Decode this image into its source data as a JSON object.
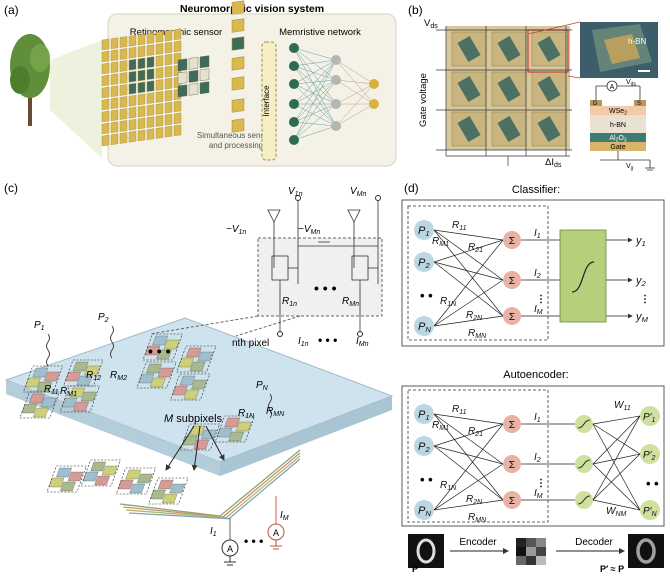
{
  "panel_a": {
    "label": "(a)",
    "title": "Neuromorphic vision system",
    "sensor_label": "Retinomorphic sensor",
    "network_label": "Memristive network",
    "interface_label": "Interface",
    "sensing_line1": "Simultaneous sensing",
    "sensing_line2": "and processing"
  },
  "panel_b": {
    "label": "(b)",
    "vds": "V",
    "vds_sub": "ds",
    "gate_voltage": "Gate voltage",
    "delta_i": "ΔI",
    "delta_i_sub": "ds",
    "hbn_photo": "h-BN",
    "stack_d": "D",
    "stack_s": "S",
    "stack_wse2": "WSe",
    "stack_wse2_sub": "2",
    "stack_hbn": "h-BN",
    "stack_al2o3": "Al",
    "stack_al2o3_rest": "O",
    "stack_gate": "Gate",
    "meter": "A",
    "vd": "V",
    "vd_sub": "ds",
    "vg": "V",
    "vg_sub": "g",
    "colors": {
      "wse2": "#f3c9a8",
      "hbn": "#e9e2d2",
      "al2o3": "#3f7b73",
      "gate": "#d9b56a"
    }
  },
  "panel_c": {
    "label": "(c)",
    "v1n": "V",
    "v1n_sub": "1n",
    "vmn": "V",
    "vmn_sub": "Mn",
    "neg_v1n": "−V",
    "neg_v1n_sub": "1n",
    "neg_vmn": "−V",
    "neg_vmn_sub": "Mn",
    "r1n": "R",
    "r1n_sub": "1n",
    "rmn": "R",
    "rmn_sub": "Mn",
    "i1n": "I",
    "i1n_sub": "1n",
    "imn": "I",
    "imn_sub": "Mn",
    "nth_pixel": "nth pixel",
    "p1": "P",
    "p1_sub": "1",
    "p2": "P",
    "p2_sub": "2",
    "pn": "P",
    "pn_sub": "N",
    "r11": "R",
    "r11_sub": "11",
    "r12": "R",
    "r12_sub": "12",
    "rm1": "R",
    "rm1_sub": "M1",
    "rm2": "R",
    "rm2_sub": "M2",
    "r1n_b": "R",
    "r1n_b_sub": "1N",
    "rmn_b": "R",
    "rmn_b_sub": "MN",
    "m_subpixels": "M",
    "m_subpixels_rest": " subpixels",
    "i1": "I",
    "i1_sub": "1",
    "im": "I",
    "im_sub": "M",
    "meter": "A",
    "colors": {
      "blue": "#9fbfce",
      "red": "#d59b96",
      "yellow": "#cdd07a",
      "green": "#a7b98d",
      "substrate": "#cfe3ee"
    }
  },
  "panel_d": {
    "label": "(d)",
    "classifier": {
      "title": "Classifier:",
      "p1": "P",
      "p1_sub": "1",
      "p2": "P",
      "p2_sub": "2",
      "pn": "P",
      "pn_sub": "N",
      "r11": "R",
      "r11_sub": "11",
      "rm1": "R",
      "rm1_sub": "M1",
      "r21": "R",
      "r21_sub": "21",
      "r1n": "R",
      "r1n_sub": "1N",
      "r2n": "R",
      "r2n_sub": "2N",
      "rmn": "R",
      "rmn_sub": "MN",
      "i1": "I",
      "i1_sub": "1",
      "i2": "I",
      "i2_sub": "2",
      "im": "I",
      "im_sub": "M",
      "y1": "y",
      "y1_sub": "1",
      "y2": "y",
      "y2_sub": "2",
      "ym": "y",
      "ym_sub": "M",
      "sigma": "Σ"
    },
    "autoencoder": {
      "title": "Autoencoder:",
      "p1": "P",
      "p1_sub": "1",
      "p2": "P",
      "p2_sub": "2",
      "pn": "P",
      "pn_sub": "N",
      "r11": "R",
      "r11_sub": "11",
      "rm1": "R",
      "rm1_sub": "M1",
      "r21": "R",
      "r21_sub": "21",
      "r1n": "R",
      "r1n_sub": "1N",
      "r2n": "R",
      "r2n_sub": "2N",
      "rmn": "R",
      "rmn_sub": "MN",
      "i1": "I",
      "i1_sub": "1",
      "i2": "I",
      "i2_sub": "2",
      "im": "I",
      "im_sub": "M",
      "w11": "W",
      "w11_sub": "11",
      "wnm": "W",
      "wnm_sub": "NM",
      "p1p": "P′",
      "p1p_sub": "1",
      "p2p": "P′",
      "p2p_sub": "2",
      "pnp": "P′",
      "pnp_sub": "N",
      "sigma": "Σ"
    },
    "encoder": "Encoder",
    "decoder": "Decoder",
    "p_label": "P",
    "pp_label": "P′ ≈ P",
    "colors": {
      "input": "#bcd7e2",
      "sum": "#e8b3a5",
      "activation": "#cfe0a0",
      "classifier_box": "#b6cf7a"
    }
  }
}
